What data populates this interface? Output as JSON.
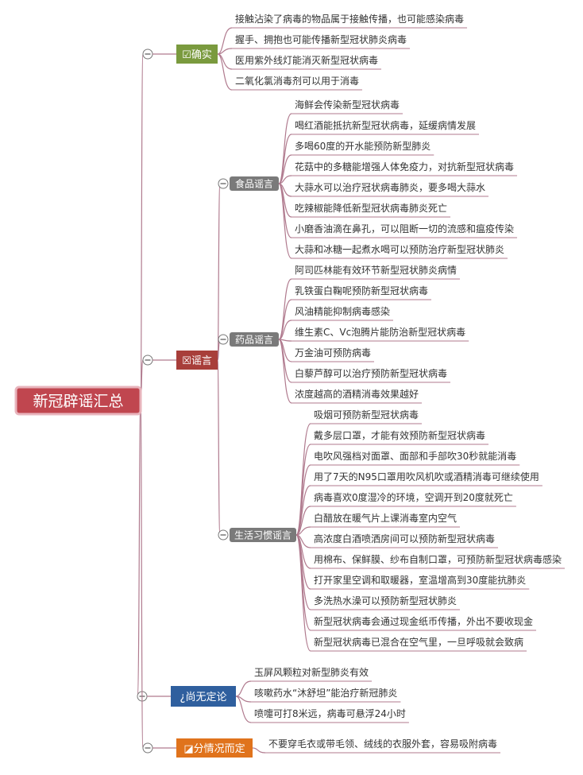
{
  "root": {
    "label": "新冠辟谣汇总"
  },
  "colors": {
    "line": "#b07a8e",
    "root_fill": "#c0464f",
    "root_border": "#e8b4bc",
    "sub_fill": "#7a7a7a",
    "collapse_border": "#777777",
    "leaf_text": "#333333"
  },
  "branches": [
    {
      "label": "☑确实",
      "color": "#7a9a3e",
      "leaves": [
        "接触沾染了病毒的物品属于接触传播，也可能感染病毒",
        "握手、拥抱也可能传播新型冠状肺炎病毒",
        "医用紫外线灯能消灭新型冠状病毒",
        "二氧化氯消毒剂可以用于消毒"
      ]
    },
    {
      "label": "☒谣言",
      "color": "#a83e3a",
      "subgroups": [
        {
          "label": "食品谣言",
          "leaves": [
            "海鲜会传染新型冠状病毒",
            "喝红酒能抵抗新型冠状病毒，延缓病情发展",
            "多喝60度的开水能预防新型肺炎",
            "花菇中的多糖能增强人体免疫力，对抗新型冠状病毒",
            "大蒜水可以治疗冠状病毒肺炎，要多喝大蒜水",
            "吃辣椒能降低新型冠状病毒肺炎死亡",
            "小磨香油滴在鼻孔，可以阻断一切的流感和瘟疫传染",
            "大蒜和冰糖一起煮水喝可以预防治疗新型冠状肺炎"
          ]
        },
        {
          "label": "药品谣言",
          "leaves": [
            "阿司匹林能有效环节新型冠状肺炎病情",
            "乳铁蛋白鞠呢预防新型冠状病毒",
            "风油精能抑制病毒感染",
            "维生素C、Vc泡腾片能防治新型冠状病毒",
            "万金油可预防病毒",
            "白藜芦醇可以治疗预防新型冠状病毒",
            "浓度越高的酒精消毒效果越好"
          ]
        },
        {
          "label": "生活习惯谣言",
          "leaves": [
            "吸烟可预防新型冠状病毒",
            "戴多层口罩，才能有效预防新型冠状病毒",
            "电吹风强档对面罩、面部和手部吹30秒就能消毒",
            "用了7天的N95口罩用吹风机吹或酒精消毒可继续使用",
            "病毒喜欢0度湿冷的环境，空调开到20度就死亡",
            "白醋放在暖气片上课消毒室内空气",
            "高浓度白酒喷洒房间可以预防新型冠状病毒",
            "用棉布、保鲜膜、纱布自制口罩，可预防新型冠状病毒感染",
            "打开家里空调和取暖器，室温增高到30度能抗肺炎",
            "多洗热水澡可以预防新型冠状肺炎",
            "新型冠状病毒会通过现金纸币传播，外出不要收现金",
            "新型冠状病毒已混合在空气里，一旦呼吸就会致病"
          ]
        }
      ]
    },
    {
      "label": "¿尚无定论",
      "color": "#2f5f9e",
      "leaves": [
        "玉屏风颗粒对新型肺炎有效",
        "咳嗽药水“沐舒坦”能治疗新冠肺炎",
        "喷嚏可打8米远，病毒可悬浮24小时"
      ]
    },
    {
      "label": "◪分情况而定",
      "color": "#e0731c",
      "leaves": [
        "不要穿毛衣或带毛领、绒线的衣服外套，容易吸附病毒"
      ]
    }
  ]
}
